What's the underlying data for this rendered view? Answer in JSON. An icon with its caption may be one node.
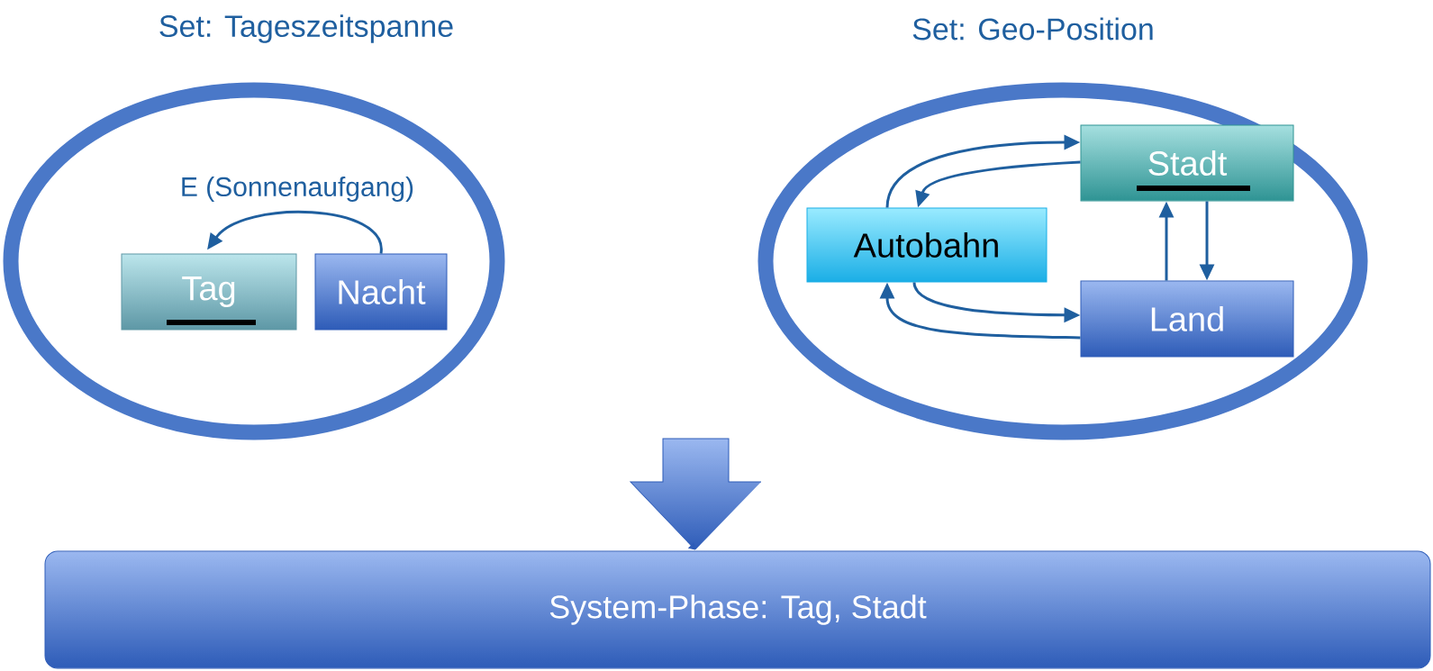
{
  "diagram": {
    "nodes": [
      {
        "text": [
          "Set: Tageszeitspanne"
        ]
      },
      {
        "text": [
          "Tag"
        ],
        "in": 0
      },
      {
        "text": [
          "Nacht"
        ],
        "in": 0
      },
      {
        "text": [
          "Set: Geo-Position"
        ]
      },
      {
        "text": [
          "Autobahn"
        ],
        "in": 3
      },
      {
        "text": [
          "Stadt"
        ],
        "in": 3
      },
      {
        "text": [
          "Land"
        ],
        "in": 3
      },
      {
        "text": [
          "System-Phase: Tag, Stadt"
        ]
      }
    ],
    "edges": [
      {
        "from": 2,
        "to": 1,
        "arrow": "to",
        "label": "E (Sonnenaufgang)"
      },
      {
        "from": 4,
        "to": 5,
        "arrow": "to"
      },
      {
        "from": 5,
        "to": 4,
        "arrow": "to"
      },
      {
        "from": 4,
        "to": 6,
        "arrow": "to"
      },
      {
        "from": 6,
        "to": 4,
        "arrow": "to"
      },
      {
        "from": 6,
        "to": 5,
        "arrow": "to"
      },
      {
        "from": 5,
        "to": 6,
        "arrow": "to"
      },
      {
        "from": null,
        "to": 7,
        "arrow": "to"
      }
    ]
  }
}
